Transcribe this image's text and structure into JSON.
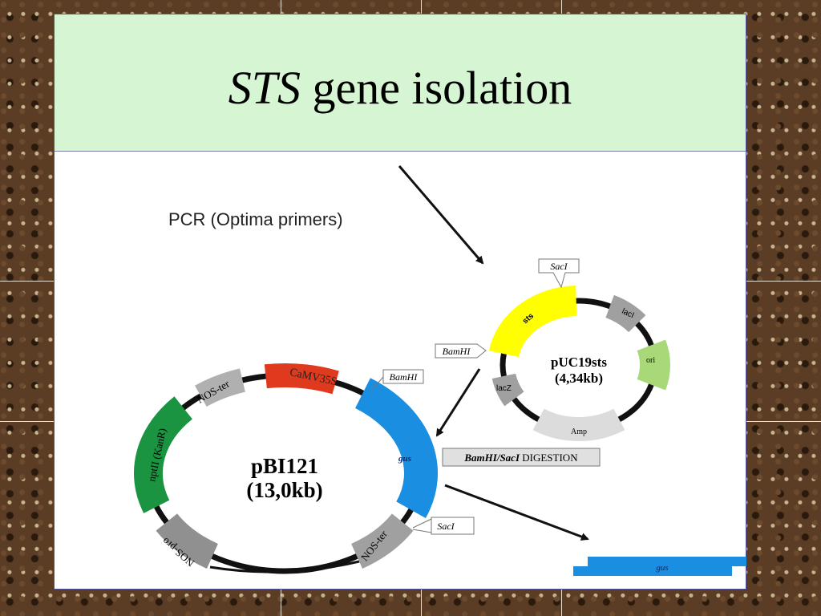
{
  "title": {
    "italic": "STS",
    "rest": " gene isolation"
  },
  "pcr_label": "PCR (Optima primers)",
  "puc19": {
    "name": "pUC19sts",
    "size": "(4,34kb)",
    "segments": {
      "sts": "sts",
      "lacI": "lacI",
      "ori": "ori",
      "amp": "Amp",
      "lacZ": "lacZ"
    },
    "sites": {
      "sacI": "SacI",
      "bamHI": "BamHI"
    }
  },
  "digestion_label": {
    "italic": "BamHI/SacI",
    "rest": " DIGESTION"
  },
  "pbi121": {
    "name": "pBI121",
    "size": "(13,0kb)",
    "segments": {
      "camv35s": "CaMV35S",
      "gus": "gus",
      "nos_ter_right": "NOS-ter",
      "nos_pro": "NOS-pro",
      "nptii": "nptII (KanR)",
      "nos_ter_top": "NOS-ter"
    },
    "sites": {
      "bamHI": "BamHI",
      "sacI": "SacI"
    }
  },
  "fragment_label": "gus",
  "colors": {
    "title_bg": "#d6f5d3",
    "sts": "#ffff00",
    "gus": "#1a8ee0",
    "camv": "#e03a1e",
    "nptii": "#1a9440",
    "ori": "#a8d878",
    "grey": "#a0a0a0",
    "amp": "#dcdcdc"
  }
}
